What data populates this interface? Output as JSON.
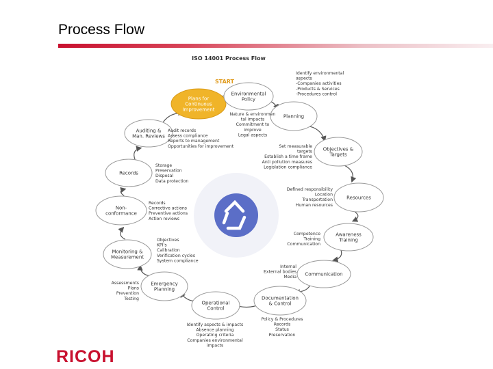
{
  "slide": {
    "title": "Process Flow"
  },
  "diagram": {
    "title": "ISO 14001 Process Flow",
    "start_label": "START",
    "colors": {
      "accent_orange": "#f0b429",
      "start_text": "#e09b1e",
      "node_fill": "#ffffff",
      "node_stroke": "#9a9a9a",
      "arrow": "#555555",
      "recycle": "#5b6ec7",
      "brand_red": "#c8102e"
    },
    "nodes": {
      "plans": [
        "Plans for",
        "Continuous",
        "Improvement"
      ],
      "env_policy": [
        "Environmental",
        "Policy"
      ],
      "planning": [
        "Planning"
      ],
      "objectives": [
        "Objectives &",
        "Targets"
      ],
      "resources": [
        "Resources"
      ],
      "awareness": [
        "Awareness",
        "Training"
      ],
      "communication": [
        "Communication"
      ],
      "documentation": [
        "Documentation",
        "& Control"
      ],
      "operational": [
        "Operational",
        "Control"
      ],
      "emergency": [
        "Emergency",
        "Planning"
      ],
      "monitoring": [
        "Monitoring &",
        "Measurement"
      ],
      "nonconformance": [
        "Non-",
        "conformance"
      ],
      "records": [
        "Records"
      ],
      "auditing": [
        "Auditing &",
        "Man. Reviews"
      ]
    },
    "annotations": {
      "identify": [
        "Identify environmental",
        "aspects",
        "-Companies activities",
        "-Products & Services",
        "-Procedures control"
      ],
      "nature": [
        "Nature & environmen",
        "tal impacts",
        "Commitment to",
        "improve",
        "Legal aspects"
      ],
      "targets": [
        "Set measurable",
        "targets",
        "Establish a time frame",
        "Anti pollution measures",
        "Legislation compliance"
      ],
      "responsibility": [
        "Defined responsibility",
        "Location",
        "Transportation",
        "Human resources"
      ],
      "competence": [
        "Competence",
        "Training",
        "Communication"
      ],
      "external": [
        "Internal",
        "External bodies",
        "Media"
      ],
      "policy_procedures": [
        "Policy & Procedures",
        "Records",
        "Status",
        "Preservation"
      ],
      "identify_aspects": [
        "Identify aspects & impacts",
        "Absence planning",
        "Operating criteria",
        "Companies environmental",
        "impacts"
      ],
      "assessments": [
        "Assessments",
        "Plans",
        "Prevention",
        "Testing"
      ],
      "objectives_kpis": [
        "Objectives",
        "KPI's",
        "Calibration",
        "Verification cycles",
        "System compliance"
      ],
      "records_actions": [
        "Records",
        "Corrective actions",
        "Preventive actions",
        "Action reviews"
      ],
      "storage": [
        "Storage",
        "Preservation",
        "Disposal",
        "Data protection"
      ],
      "audit": [
        "Audit records",
        "Assess compliance",
        "Reports to management",
        "Opportunities for improvement"
      ]
    }
  },
  "footer": {
    "logo": "RICOH"
  }
}
